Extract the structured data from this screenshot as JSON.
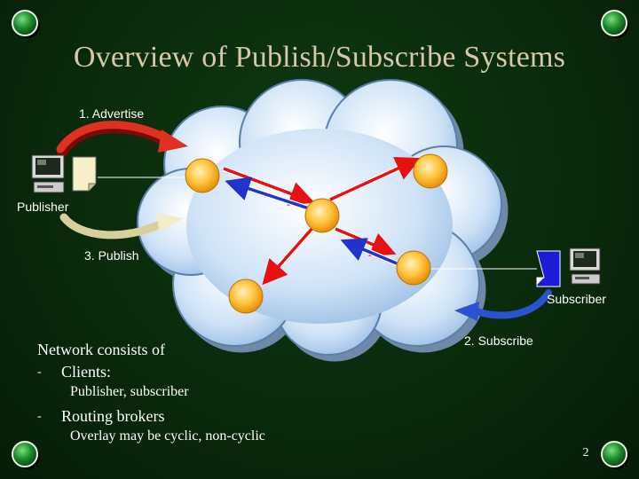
{
  "slide": {
    "title": "Overview of Publish/Subscribe Systems",
    "page_number": "2"
  },
  "diagram": {
    "labels": {
      "advertise": "1. Advertise",
      "publisher": "Publisher",
      "publish": "3. Publish",
      "subscriber": "Subscriber",
      "subscribe": "2. Subscribe"
    }
  },
  "notes": {
    "heading": "Network consists of",
    "items": [
      {
        "bullet": "-",
        "label": "Clients:",
        "detail": "Publisher, subscriber"
      },
      {
        "bullet": "-",
        "label": "Routing brokers",
        "detail": "Overlay may be cyclic, non-cyclic"
      }
    ]
  },
  "colors": {
    "background": "#0a2a0c",
    "title": "#d6c8a8",
    "cloud": "#cfe3f7",
    "broker": "#f5a800",
    "publish_arrow": "#e81010",
    "subscribe_arrow": "#2233cc",
    "corner_ball": "#1c8a2c"
  }
}
